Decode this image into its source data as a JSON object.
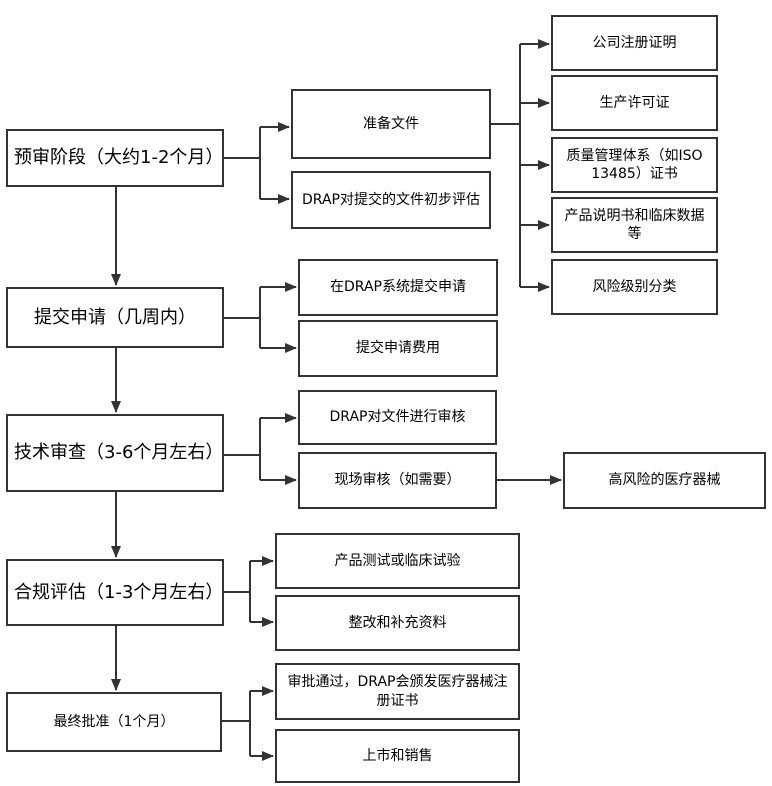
{
  "stages": [
    {
      "id": "s1",
      "label": "预审阶段（大约1-2个月）"
    },
    {
      "id": "s2",
      "label": "提交申请（几周内）"
    },
    {
      "id": "s3",
      "label": "技术审查（3-6个月左右）"
    },
    {
      "id": "s4",
      "label": "合规评估（1-3个月左右）"
    },
    {
      "id": "s5",
      "label": "最终批准（1个月）"
    }
  ],
  "steps": [
    {
      "id": "prep",
      "label": "准备文件"
    },
    {
      "id": "eval",
      "label": "DRAP对提交的文件初步评估"
    },
    {
      "id": "submit",
      "label": "在DRAP系统提交申请"
    },
    {
      "id": "fee",
      "label": "提交申请费用"
    },
    {
      "id": "review",
      "label": "DRAP对文件进行审核"
    },
    {
      "id": "site",
      "label": "现场审核（如需要）"
    },
    {
      "id": "test",
      "label": "产品测试或临床试验"
    },
    {
      "id": "fix",
      "label": "整改和补充资料"
    },
    {
      "id": "approve",
      "label": "审批通过，DRAP会颁发医疗器械注册证书"
    },
    {
      "id": "market",
      "label": "上市和销售"
    }
  ],
  "documents": [
    {
      "id": "d1",
      "label": "公司注册证明"
    },
    {
      "id": "d2",
      "label": "生产许可证"
    },
    {
      "id": "d3",
      "label": "质量管理体系（如ISO 13485）证书"
    },
    {
      "id": "d4",
      "label": "产品说明书和临床数据等"
    },
    {
      "id": "d5",
      "label": "风险级别分类"
    }
  ],
  "high_risk": {
    "label": "高风险的医疗器械"
  }
}
